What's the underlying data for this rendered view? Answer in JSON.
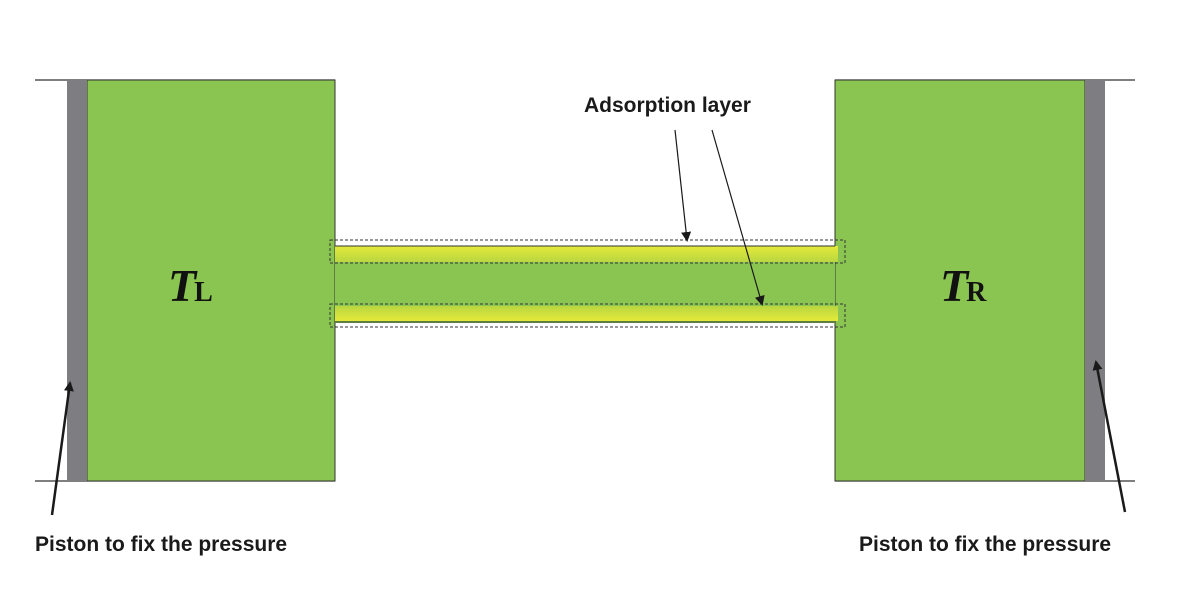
{
  "labels": {
    "adsorption_layer": "Adsorption layer",
    "piston_left": "Piston to fix the pressure",
    "piston_right": "Piston to fix the pressure",
    "temp_left_symbol": "T",
    "temp_left_subscript": "L",
    "temp_right_symbol": "T",
    "temp_right_subscript": "R"
  },
  "colors": {
    "gas": "#8bc551",
    "piston": "#7d7d82",
    "adsorption_layer": "#cfe03a",
    "outline": "#333333",
    "arrow": "#1a1a1a"
  }
}
